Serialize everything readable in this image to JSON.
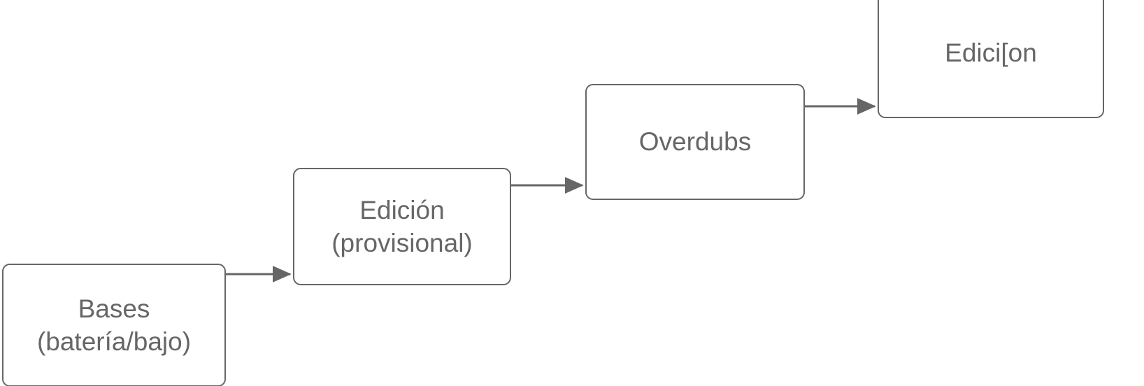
{
  "diagram": {
    "type": "flowchart",
    "orientation": "left-to-right-ascending",
    "background_color": "#ffffff",
    "stroke_color": "#666666",
    "fill_color": "#ffffff",
    "text_color": "#666666",
    "nodes": [
      {
        "id": "bases",
        "label": "Bases\n(batería/bajo)",
        "order": 1
      },
      {
        "id": "edicion-provisional",
        "label": "Edición\n(provisional)",
        "order": 2
      },
      {
        "id": "overdubs",
        "label": "Overdubs",
        "order": 3
      },
      {
        "id": "edicion-final",
        "label": "Edici[on",
        "order": 4
      }
    ],
    "edges": [
      {
        "id": "edge-1",
        "from": "bases",
        "to": "edicion-provisional",
        "label": ""
      },
      {
        "id": "edge-2",
        "from": "edicion-provisional",
        "to": "overdubs",
        "label": ""
      },
      {
        "id": "edge-3",
        "from": "overdubs",
        "to": "edicion-final",
        "label": ""
      }
    ]
  }
}
